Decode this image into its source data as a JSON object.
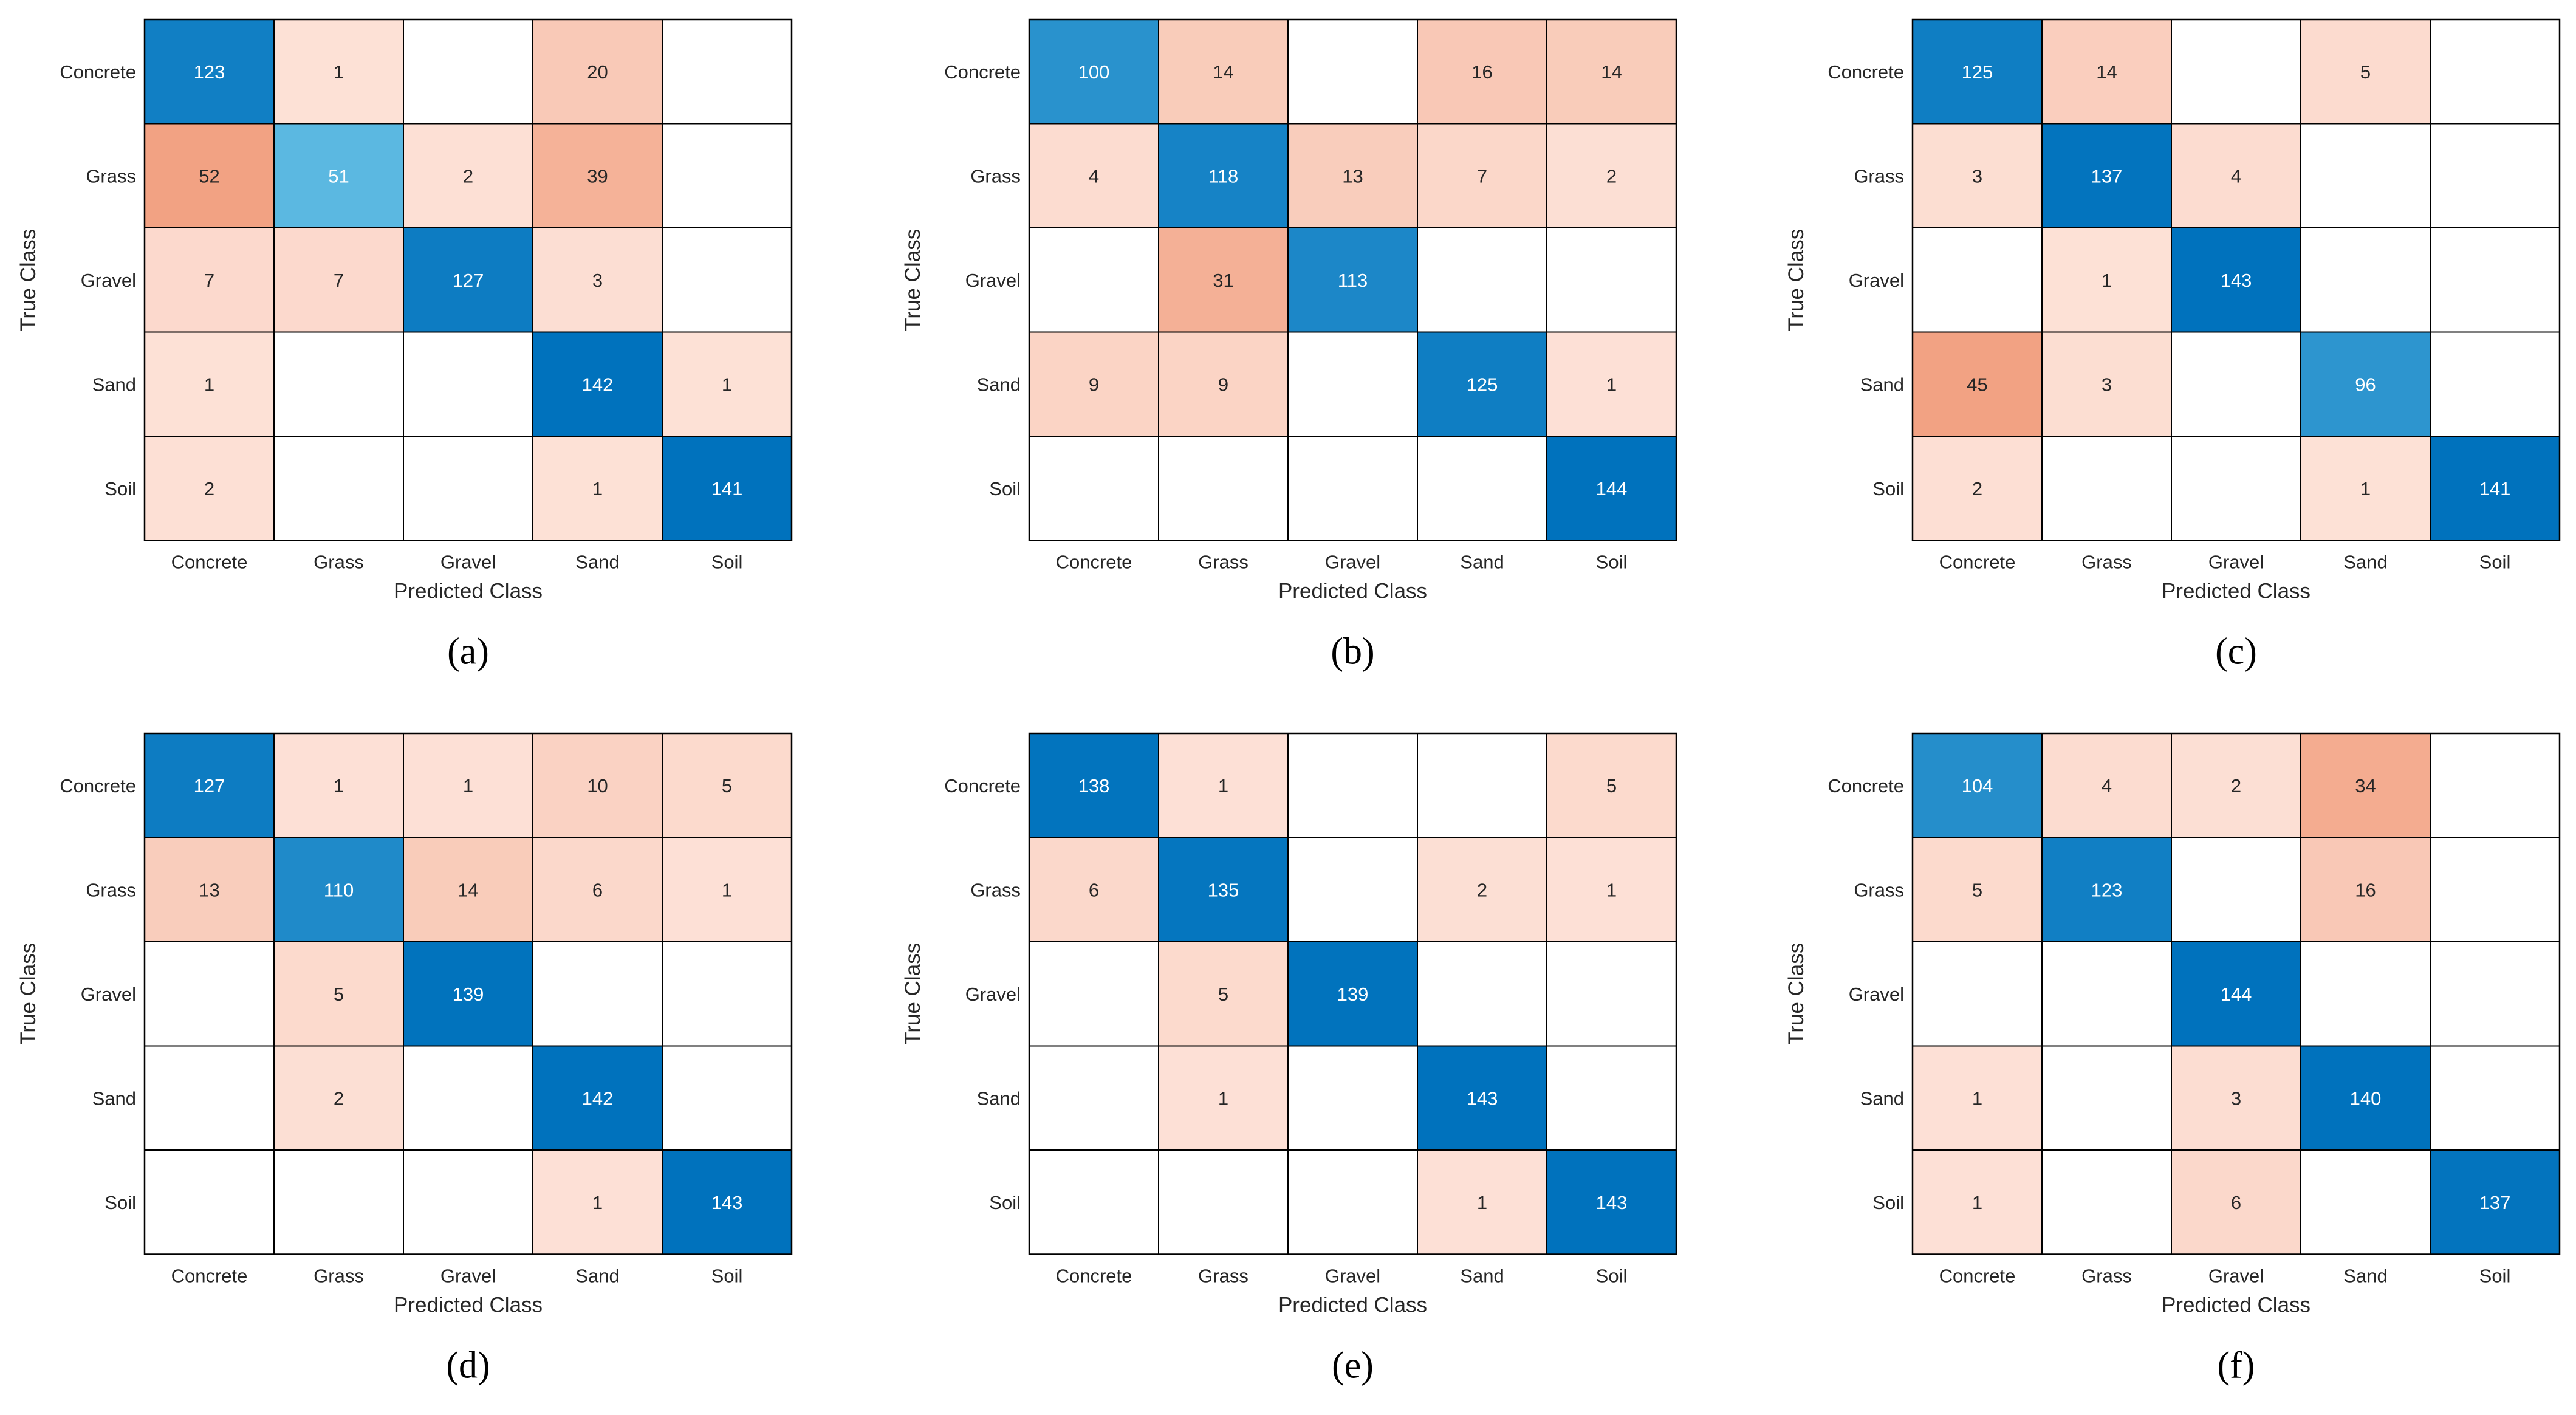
{
  "colors": {
    "diag_high": "#0072BD",
    "diag_low": "#5CB9E1",
    "off_high": "#F2A283",
    "off_low": "#FDE2D8",
    "empty": "#FFFFFF",
    "grid": "#000000"
  },
  "chart_data": [
    {
      "type": "heatmap",
      "panel_label": "(a)",
      "xlabel": "Predicted Class",
      "ylabel": "True Class",
      "categories": [
        "Concrete",
        "Grass",
        "Gravel",
        "Sand",
        "Soil"
      ],
      "matrix": [
        [
          123,
          null,
          null,
          20,
          null
        ],
        [
          52,
          51,
          2,
          39,
          null
        ],
        [
          7,
          7,
          127,
          3,
          null
        ],
        [
          1,
          null,
          null,
          142,
          1
        ],
        [
          2,
          null,
          null,
          1,
          141
        ]
      ],
      "extra": [
        [
          0,
          1,
          1
        ]
      ]
    },
    {
      "type": "heatmap",
      "panel_label": "(b)",
      "xlabel": "Predicted Class",
      "ylabel": "True Class",
      "categories": [
        "Concrete",
        "Grass",
        "Gravel",
        "Sand",
        "Soil"
      ],
      "matrix": [
        [
          100,
          14,
          null,
          16,
          14
        ],
        [
          4,
          118,
          13,
          7,
          2
        ],
        [
          null,
          31,
          113,
          null,
          null
        ],
        [
          9,
          9,
          null,
          125,
          1
        ],
        [
          null,
          null,
          null,
          null,
          144
        ]
      ]
    },
    {
      "type": "heatmap",
      "panel_label": "(c)",
      "xlabel": "Predicted Class",
      "ylabel": "True Class",
      "categories": [
        "Concrete",
        "Grass",
        "Gravel",
        "Sand",
        "Soil"
      ],
      "matrix": [
        [
          125,
          14,
          null,
          5,
          null
        ],
        [
          3,
          137,
          4,
          null,
          null
        ],
        [
          null,
          1,
          143,
          null,
          null
        ],
        [
          45,
          3,
          null,
          96,
          null
        ],
        [
          2,
          null,
          null,
          1,
          141
        ]
      ]
    },
    {
      "type": "heatmap",
      "panel_label": "(d)",
      "xlabel": "Predicted Class",
      "ylabel": "True Class",
      "categories": [
        "Concrete",
        "Grass",
        "Gravel",
        "Sand",
        "Soil"
      ],
      "matrix": [
        [
          127,
          1,
          1,
          10,
          5
        ],
        [
          13,
          110,
          14,
          6,
          1
        ],
        [
          null,
          5,
          139,
          null,
          null
        ],
        [
          null,
          2,
          null,
          142,
          null
        ],
        [
          null,
          null,
          null,
          1,
          143
        ]
      ]
    },
    {
      "type": "heatmap",
      "panel_label": "(e)",
      "xlabel": "Predicted Class",
      "ylabel": "True Class",
      "categories": [
        "Concrete",
        "Grass",
        "Gravel",
        "Sand",
        "Soil"
      ],
      "matrix": [
        [
          138,
          1,
          null,
          null,
          5
        ],
        [
          6,
          135,
          null,
          2,
          1
        ],
        [
          null,
          5,
          139,
          null,
          null
        ],
        [
          null,
          1,
          null,
          143,
          null
        ],
        [
          null,
          null,
          null,
          1,
          143
        ]
      ]
    },
    {
      "type": "heatmap",
      "panel_label": "(f)",
      "xlabel": "Predicted Class",
      "ylabel": "True Class",
      "categories": [
        "Concrete",
        "Grass",
        "Gravel",
        "Sand",
        "Soil"
      ],
      "matrix": [
        [
          104,
          4,
          2,
          34,
          null
        ],
        [
          5,
          123,
          null,
          16,
          null
        ],
        [
          null,
          null,
          144,
          null,
          null
        ],
        [
          1,
          null,
          3,
          140,
          null
        ],
        [
          1,
          null,
          6,
          null,
          137
        ]
      ]
    }
  ]
}
